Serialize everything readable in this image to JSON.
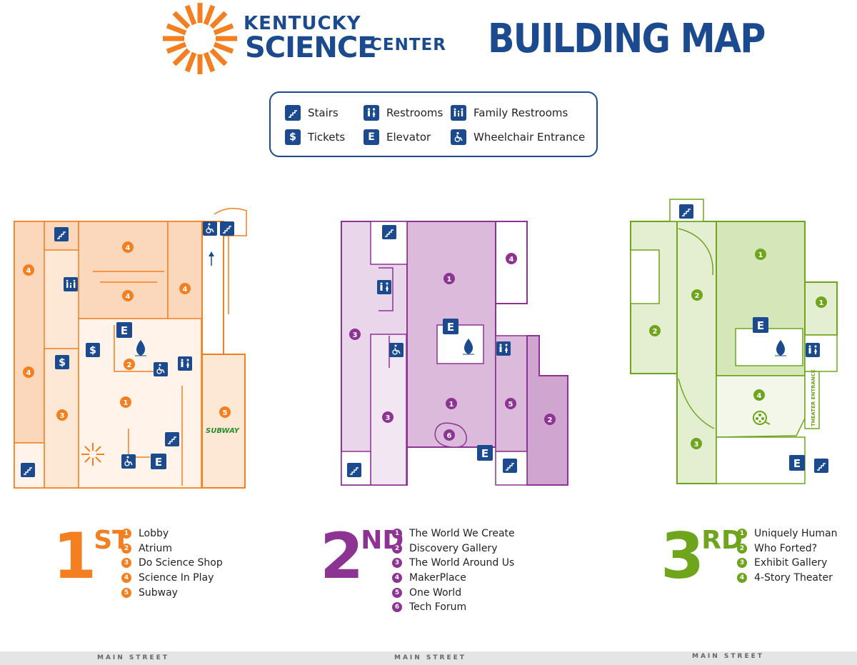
{
  "header": {
    "brand_line1": "KENTUCKY",
    "brand_line2": "SCIENCE",
    "brand_line3": "CENTER",
    "title": "BUILDING MAP"
  },
  "legend": {
    "items": [
      {
        "icon": "stairs-icon",
        "label": "Stairs"
      },
      {
        "icon": "restrooms-icon",
        "label": "Restrooms"
      },
      {
        "icon": "family-restrooms-icon",
        "label": "Family Restrooms"
      },
      {
        "icon": "tickets-icon",
        "label": "Tickets"
      },
      {
        "icon": "elevator-icon",
        "label": "Elevator"
      },
      {
        "icon": "wheelchair-icon",
        "label": "Wheelchair Entrance"
      }
    ]
  },
  "floors": [
    {
      "num": "1",
      "suffix": "ST",
      "color": "#f47f20",
      "items": [
        "Lobby",
        "Atrium",
        "Do Science Shop",
        "Science In Play",
        "Subway"
      ]
    },
    {
      "num": "2",
      "suffix": "ND",
      "color": "#8c3394",
      "items": [
        "The World We Create",
        "Discovery Gallery",
        "The World Around Us",
        "MakerPlace",
        "One World",
        "Tech Forum"
      ]
    },
    {
      "num": "3",
      "suffix": "RD",
      "color": "#6ea51c",
      "items": [
        "Uniquely Human",
        "Who Forted?",
        "Exhibit Gallery",
        "4-Story Theater"
      ]
    }
  ],
  "map_labels": {
    "subway": "SUBWAY",
    "theater_entrance": "THEATER ENTRANCE",
    "elevator_letter": "E",
    "ticket_symbol": "$"
  },
  "street": {
    "label": "MAIN STREET"
  },
  "colors": {
    "brand_blue": "#1b4a8e",
    "orange": "#f47f20",
    "purple": "#8c3394",
    "green": "#6ea51c"
  }
}
